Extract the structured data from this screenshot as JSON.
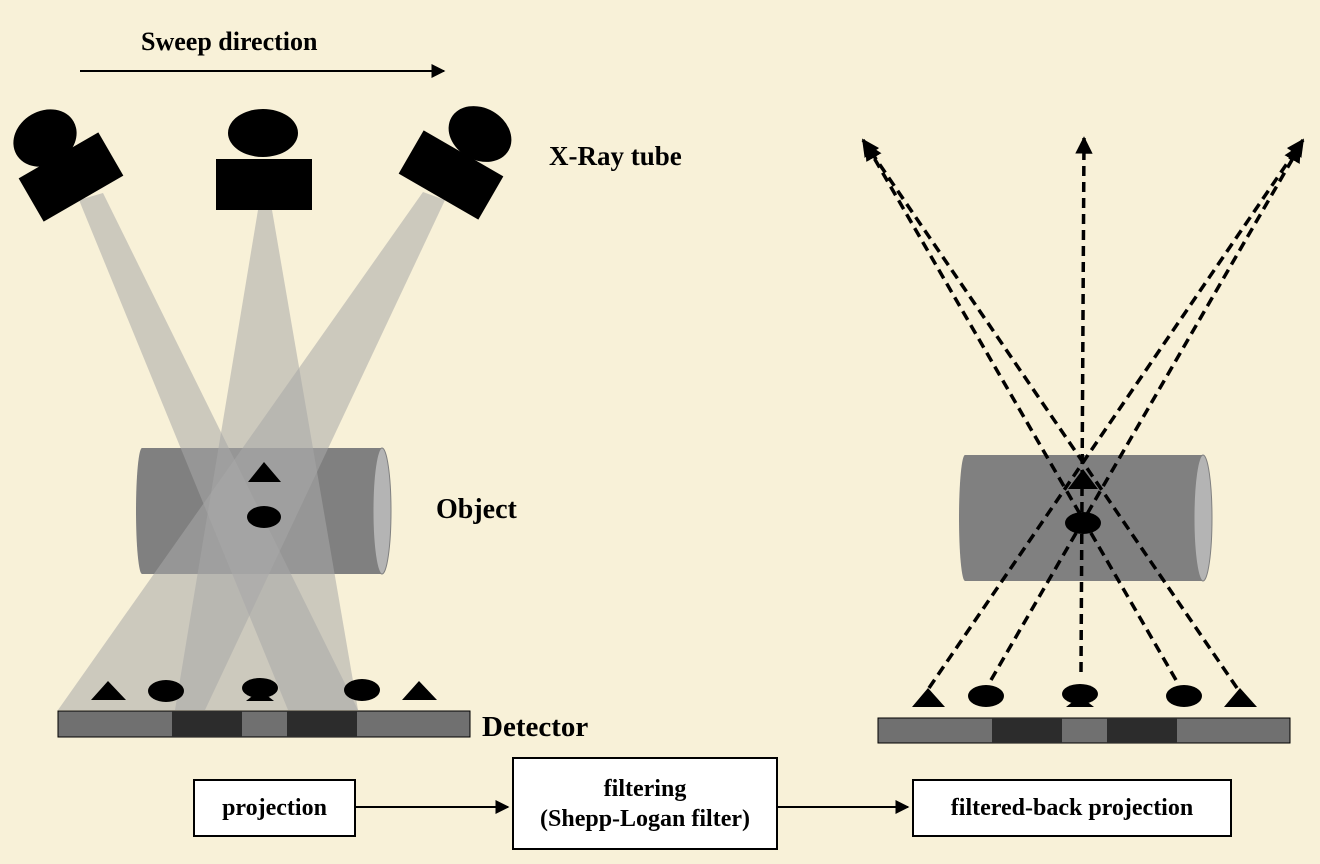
{
  "colors": {
    "background": "#f8f1d8",
    "beam": "#a8a8a8",
    "object_fill": "#808080",
    "object_end": "#b4b4b4",
    "detector_light": "#707070",
    "detector_dark": "#2c2c2c",
    "ink": "#000000"
  },
  "labels": {
    "sweep_direction": "Sweep direction",
    "xray_tube": "X-Ray tube",
    "object": "Object",
    "detector": "Detector"
  },
  "workflow": {
    "step1": "projection",
    "step2_line1": "filtering",
    "step2_line2": "(Shepp-Logan filter)",
    "step3": "filtered-back projection"
  }
}
